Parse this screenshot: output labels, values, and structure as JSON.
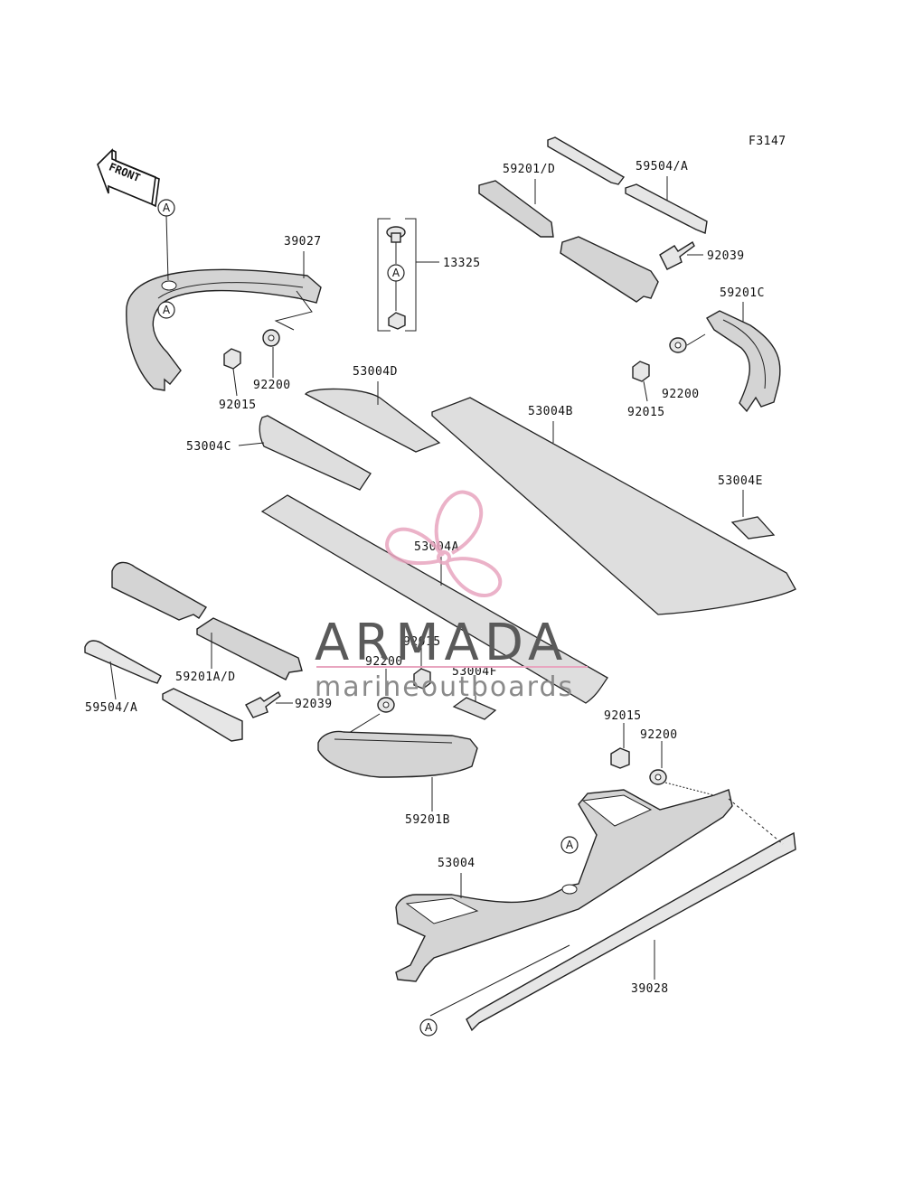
{
  "figure_code": "F3147",
  "front_label": "FRONT",
  "ref_mark": "A",
  "watermark": {
    "brand": "ARMADA",
    "tagline": "marineoutboards",
    "colors": {
      "propeller": "#e8a5bf",
      "brand_text": "#5a5a5a",
      "line": "#e8a5bf"
    }
  },
  "parts": {
    "p39027": "39027",
    "p92200_tl": "92200",
    "p92015_tl": "92015",
    "p13325": "13325",
    "p59201D_top": "59201/D",
    "p59504A_top": "59504/A",
    "p92039_top": "92039",
    "p59201C": "59201C",
    "p92200_tr": "92200",
    "p92015_tr": "92015",
    "p53004D": "53004D",
    "p53004C": "53004C",
    "p53004B": "53004B",
    "p53004E": "53004E",
    "p53004A": "53004A",
    "p92015_mid": "92015",
    "p92200_mid": "92200",
    "p53004F": "53004F",
    "p59201AD": "59201A/D",
    "p59504A_left": "59504/A",
    "p92039_left": "92039",
    "p59201B": "59201B",
    "p92015_br": "92015",
    "p92200_br": "92200",
    "p53004": "53004",
    "p39028": "39028"
  }
}
